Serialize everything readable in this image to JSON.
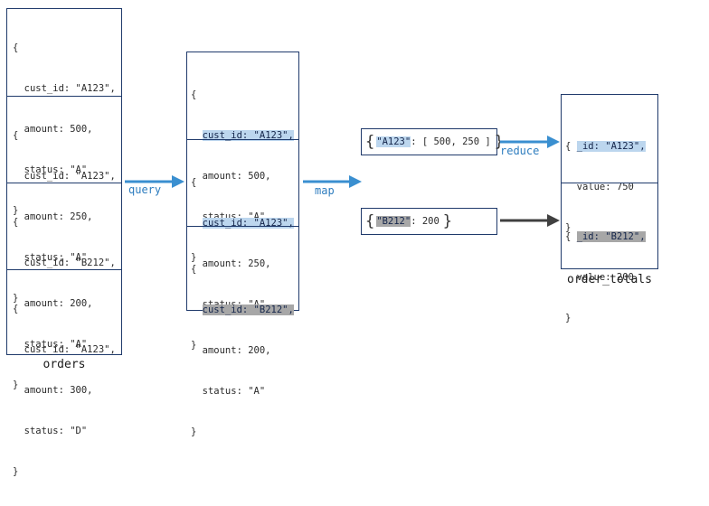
{
  "orders": {
    "caption": "orders",
    "docs": [
      [
        "{",
        "  cust_id: \"A123\",",
        "  amount: 500,",
        "  status: \"A\"",
        "}"
      ],
      [
        "{",
        "  cust_id: \"A123\",",
        "  amount: 250,",
        "  status: \"A\"",
        "}"
      ],
      [
        "{",
        "  cust_id: \"B212\",",
        "  amount: 200,",
        "  status: \"A\"",
        "}"
      ],
      [
        "{",
        "  cust_id: \"A123\",",
        "  amount: 300,",
        "  status: \"D\"",
        "}"
      ]
    ]
  },
  "query_label": "query",
  "filtered": {
    "docs": [
      {
        "lines": [
          "{",
          "cust_id: \"A123\",",
          "  amount: 500,",
          "  status: \"A\"",
          "}"
        ],
        "highlight": "blue"
      },
      {
        "lines": [
          "{",
          "cust_id: \"A123\",",
          "  amount: 250,",
          "  status: \"A\"",
          "}"
        ],
        "highlight": "blue"
      },
      {
        "lines": [
          "{",
          "cust_id: \"B212\",",
          "  amount: 200,",
          "  status: \"A\"",
          "}"
        ],
        "highlight": "gray"
      }
    ]
  },
  "map_label": "map",
  "mapped": [
    {
      "key": "\"A123\"",
      "rest": ": [ 500, 250 ]",
      "highlight": "blue"
    },
    {
      "key": "\"B212\"",
      "rest": ": 200",
      "highlight": "gray"
    }
  ],
  "reduce_label": "reduce",
  "order_totals": {
    "caption": "order_totals",
    "docs": [
      {
        "lines": [
          "{",
          "_id: \"A123\",",
          "  value: 750",
          "}"
        ],
        "highlight": "blue"
      },
      {
        "lines": [
          "{",
          "_id: \"B212\",",
          "  value: 200",
          "}"
        ],
        "highlight": "gray"
      }
    ]
  },
  "colors": {
    "border": "#1f3a6b",
    "arrow_blue": "#3a8fd0",
    "arrow_dark": "#404040",
    "highlight_blue": "#bcd6ee",
    "highlight_gray": "#a7a7a7"
  }
}
